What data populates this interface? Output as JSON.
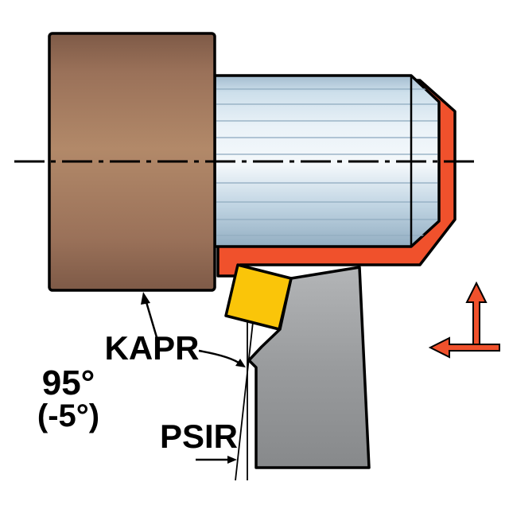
{
  "labels": {
    "lead_angle_code": "KAPR",
    "lead_angle_value": "95°",
    "back_angle_value": "(-5°)",
    "psi_angle_code": "PSIR"
  },
  "colors": {
    "machined_surface": "#F0512C",
    "feed_arrow": "#F0512C",
    "insert": "#FAC509",
    "chuck_deep": "#7E5A47",
    "chuck_dark": "#9A7159",
    "chuck_mid": "#B28969",
    "shaft_dark": "#A3BCCF",
    "shaft_mid": "#CDDFEB",
    "shaft_light": "#EAF2F8",
    "shaft_highlight": "#F4F8FB",
    "shaft_mid2": "#C2D6E4",
    "shaft_deep": "#93AEC2",
    "holder_light": "#B3B5B7",
    "holder_mid": "#999B9D",
    "holder_dark": "#87898B",
    "outline": "#000000"
  }
}
